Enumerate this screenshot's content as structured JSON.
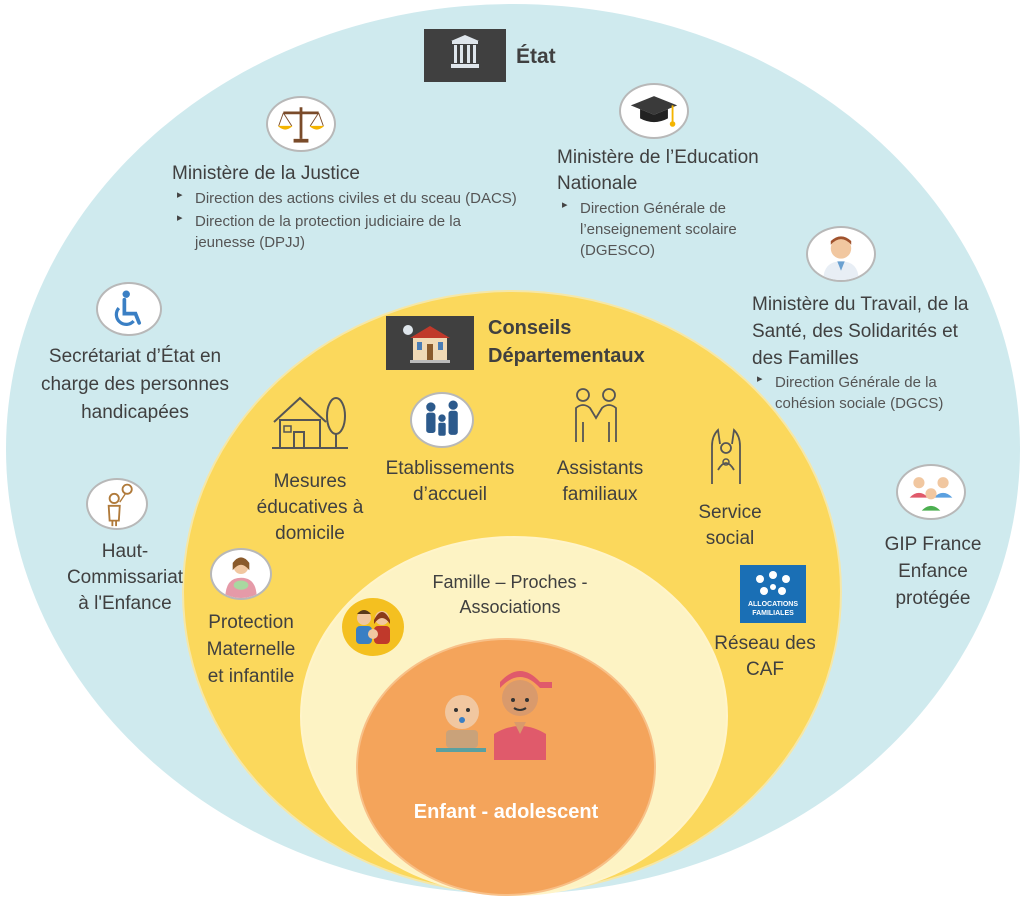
{
  "etat": {
    "title": "État",
    "justice": {
      "title": "Ministère de la Justice",
      "items": [
        "Direction des actions civiles et du sceau (DACS)",
        "Direction de la protection judiciaire de la jeunesse (DPJJ)"
      ]
    },
    "education": {
      "title_line1": "Ministère de l’Education",
      "title_line2": "Nationale",
      "items": [
        "Direction Générale de l’enseignement scolaire (DGESCO)"
      ]
    },
    "travail": {
      "title_line1": "Ministère du Travail, de la",
      "title_line2": "Santé, des Solidarités et",
      "title_line3": "des Familles",
      "items": [
        "Direction Générale de la cohésion sociale (DGCS)"
      ]
    },
    "secretariat": {
      "line1": "Secrétariat d’État en",
      "line2": "charge des personnes",
      "line3": "handicapées"
    },
    "haut_commissariat": {
      "line1": "Haut-",
      "line2": "Commissariat",
      "line3": "à l'Enfance"
    },
    "gip": {
      "line1": "GIP France",
      "line2": "Enfance",
      "line3": "protégée"
    }
  },
  "conseils": {
    "title_line1": "Conseils",
    "title_line2": "Départementaux",
    "mesures": {
      "line1": "Mesures",
      "line2": "éducatives à",
      "line3": "domicile"
    },
    "etablissements": {
      "line1": "Etablissements",
      "line2": "d’accueil"
    },
    "assistants": {
      "line1": "Assistants",
      "line2": "familiaux"
    },
    "service": {
      "line1": "Service",
      "line2": "social"
    },
    "pmi": {
      "line1": "Protection",
      "line2": "Maternelle",
      "line3": "et infantile"
    },
    "caf": {
      "line1": "Réseau des",
      "line2": "CAF",
      "logo_text1": "ALLOCATIONS",
      "logo_text2": "FAMILIALES"
    }
  },
  "famille": {
    "line1": "Famille – Proches -",
    "line2": "Associations"
  },
  "enfant": {
    "label": "Enfant - adolescent"
  },
  "colors": {
    "outer": "#cfeaee",
    "middle": "#fbd85c",
    "inner": "#fdf3c4",
    "core": "#f4a45b",
    "header_bg": "#404040"
  }
}
